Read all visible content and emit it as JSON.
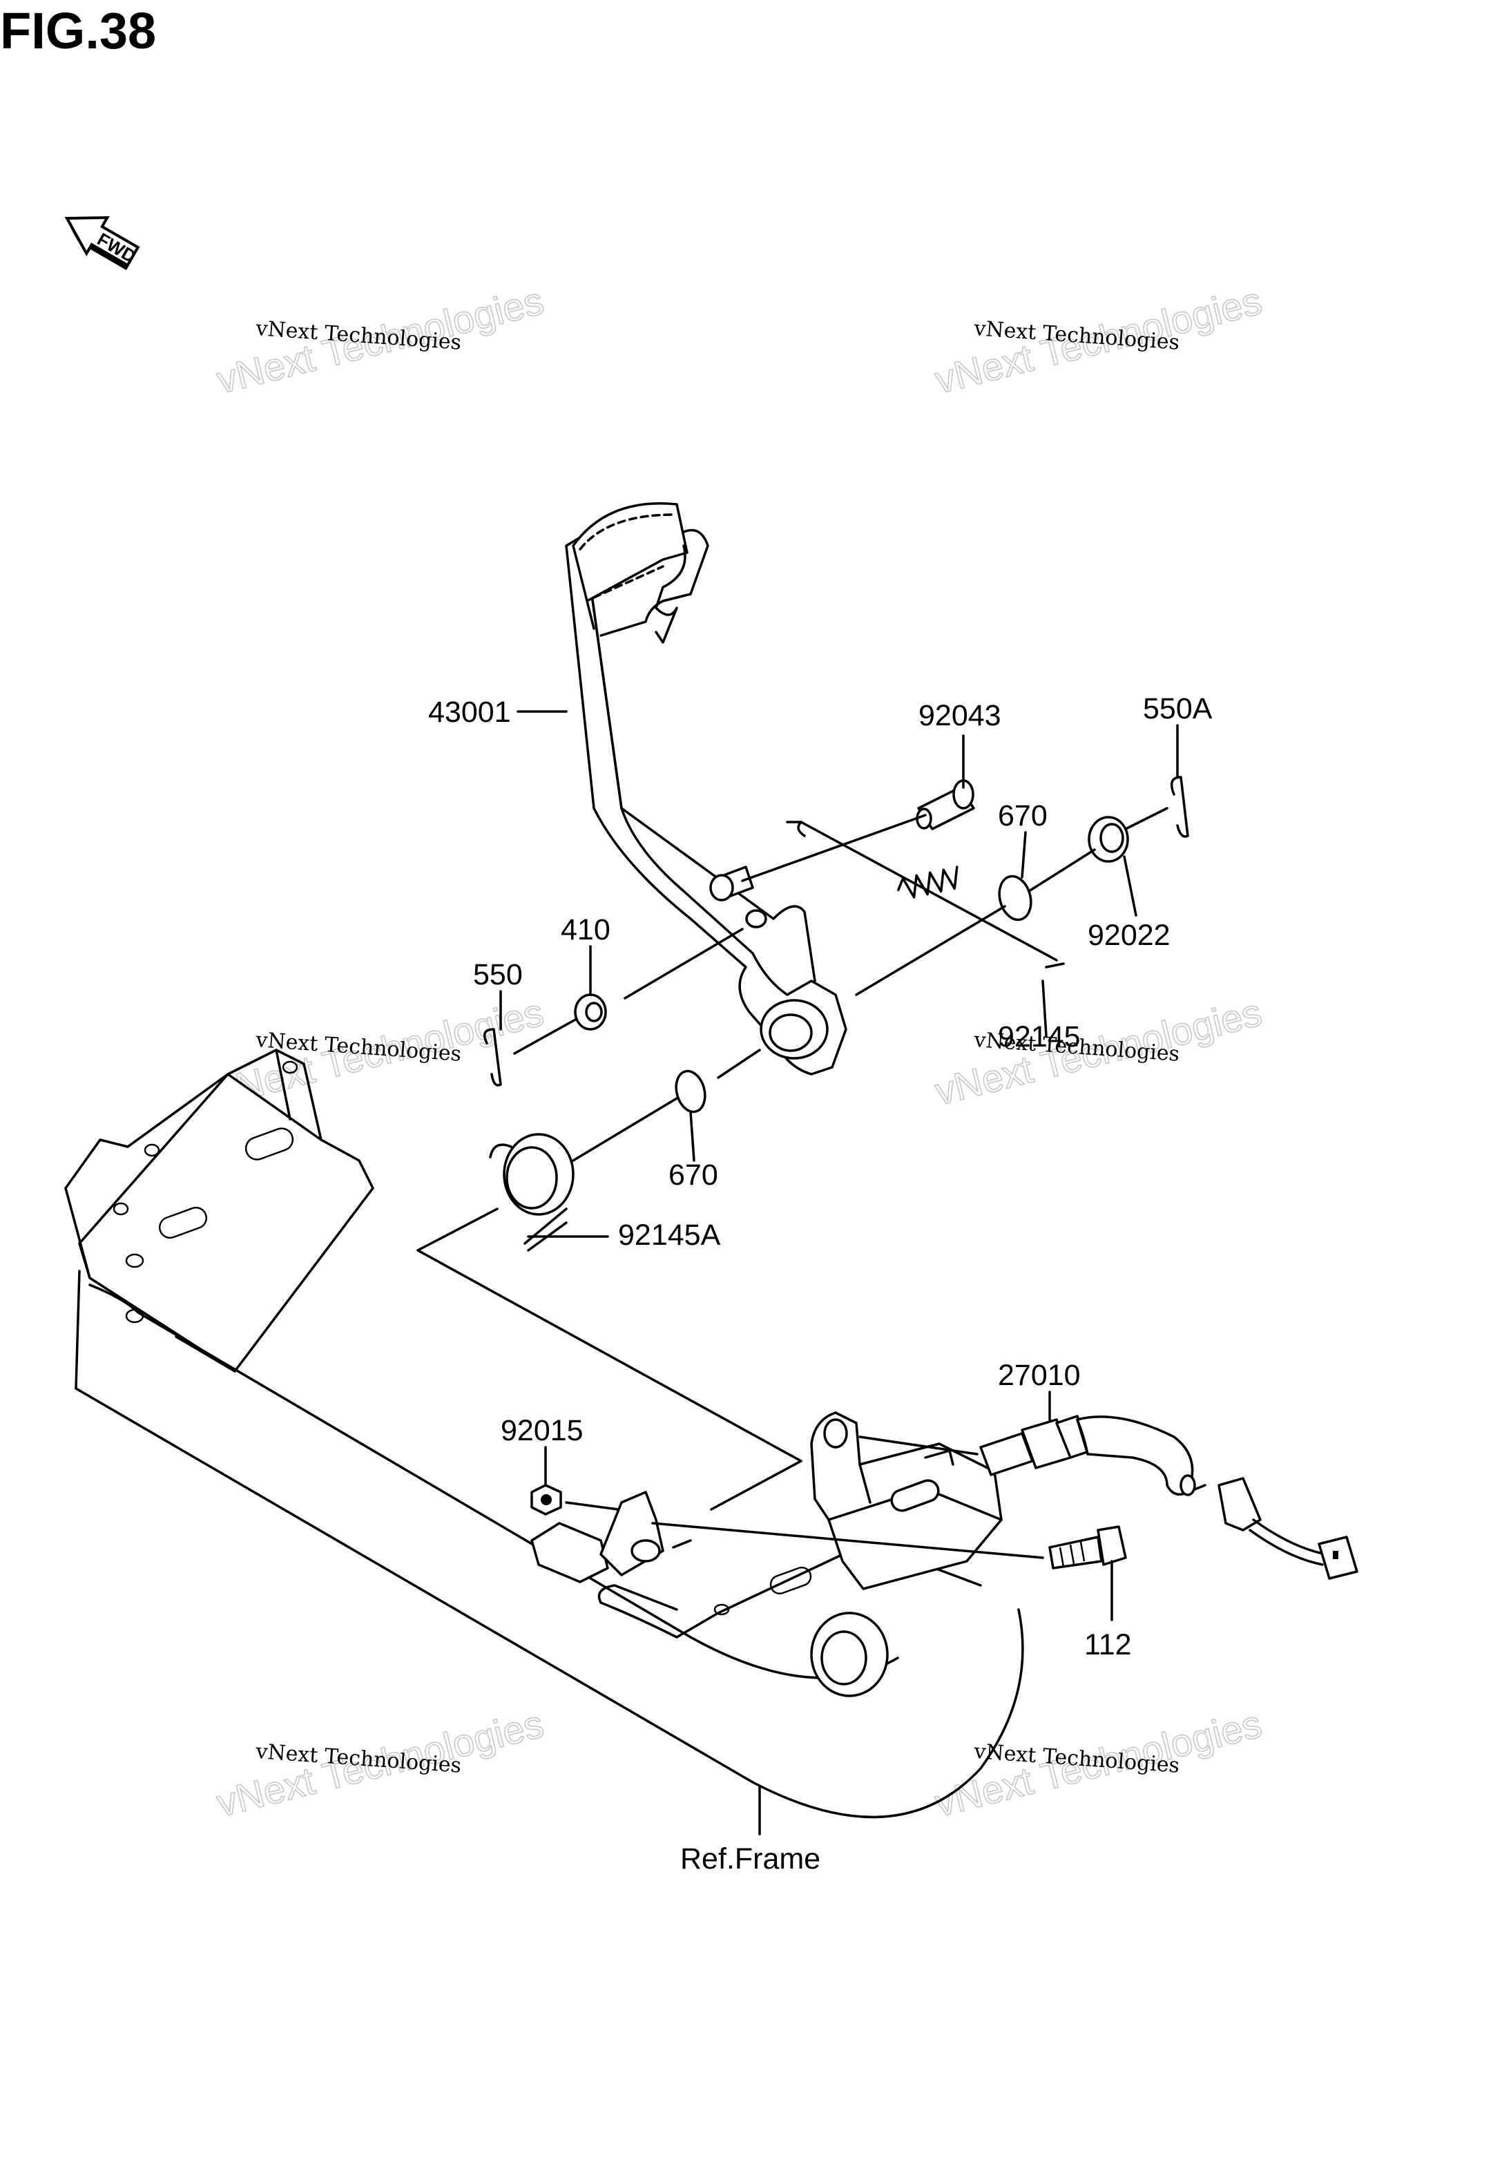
{
  "figure": {
    "title": "FIG.38"
  },
  "fwd_badge": {
    "label": "FWD",
    "icon": "forward-arrow-icon"
  },
  "watermark": {
    "line1": "vNext Technologies",
    "line2": "vNext Technologies"
  },
  "callouts": {
    "p43001": "43001",
    "p92043": "92043",
    "p550A": "550A",
    "p670a": "670",
    "p92022": "92022",
    "p410": "410",
    "p550": "550",
    "p92145": "92145",
    "p670b": "670",
    "p92145A": "92145A",
    "p27010": "27010",
    "p92015": "92015",
    "p112": "112",
    "ref_frame": "Ref.Frame"
  }
}
